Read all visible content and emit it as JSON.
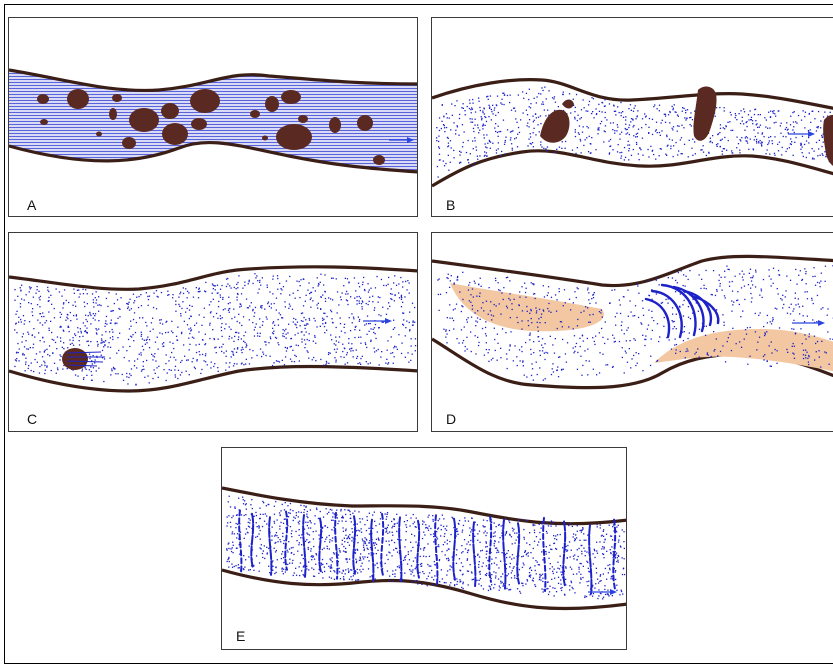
{
  "figure": {
    "panels": [
      {
        "label": "A",
        "description_key": "boulders"
      },
      {
        "label": "B",
        "description_key": "cemented-clusters"
      },
      {
        "label": "C",
        "description_key": "isolated-clast"
      },
      {
        "label": "D",
        "description_key": "bars-and-crescents"
      },
      {
        "label": "E",
        "description_key": "transverse-ribs"
      }
    ]
  },
  "colors": {
    "channel_edge": "#3b1f17",
    "clast": "#5a2a22",
    "water_hatch": "#4a56d8",
    "water_fill": "#d8daf6",
    "grain": "#1d22c8",
    "sand_bar": "#f2c7a1",
    "flow_arrow": "#2a44e0"
  },
  "icons": {
    "flow": "right-arrow-icon"
  }
}
